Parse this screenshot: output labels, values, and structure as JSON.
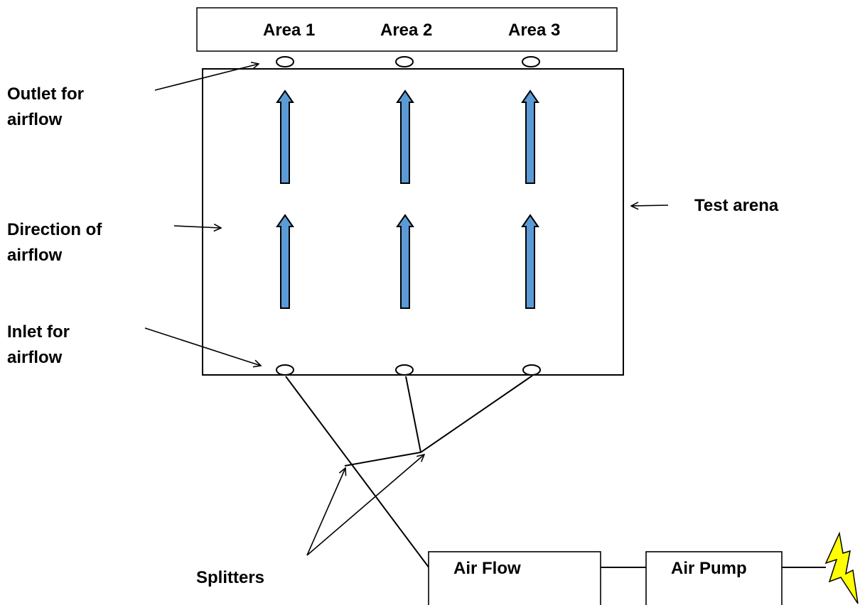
{
  "areas": [
    {
      "label": "Area 1"
    },
    {
      "label": "Area 2"
    },
    {
      "label": "Area 3"
    }
  ],
  "labels": {
    "outlet": [
      "Outlet for",
      "airflow"
    ],
    "direction": [
      "Direction of",
      "airflow"
    ],
    "inlet": [
      "Inlet for",
      "airflow"
    ],
    "test_arena": "Test arena",
    "splitters": "Splitters"
  },
  "boxes": {
    "air_flow": "Air Flow",
    "air_pump": "Air Pump"
  },
  "colors": {
    "arrow_fill": "#5b9bd5",
    "bolt_fill": "#ffff00",
    "stroke": "#000000"
  },
  "icons": {
    "power": "lightning-bolt-icon"
  }
}
